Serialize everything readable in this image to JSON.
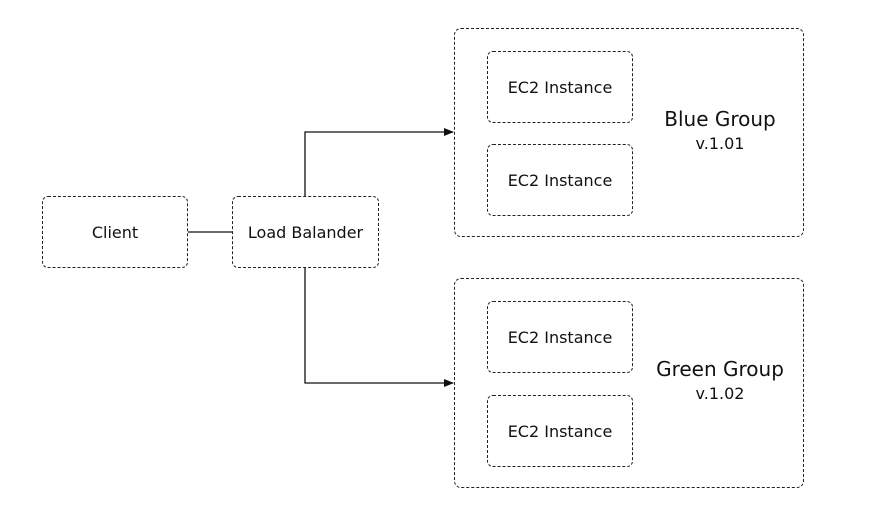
{
  "client": {
    "label": "Client"
  },
  "load_balancer": {
    "label": "Load Balander"
  },
  "blue_group": {
    "title": "Blue Group",
    "version": "v.1.01",
    "instances": [
      "EC2 Instance",
      "EC2 Instance"
    ]
  },
  "green_group": {
    "title": "Green Group",
    "version": "v.1.02",
    "instances": [
      "EC2 Instance",
      "EC2 Instance"
    ]
  }
}
